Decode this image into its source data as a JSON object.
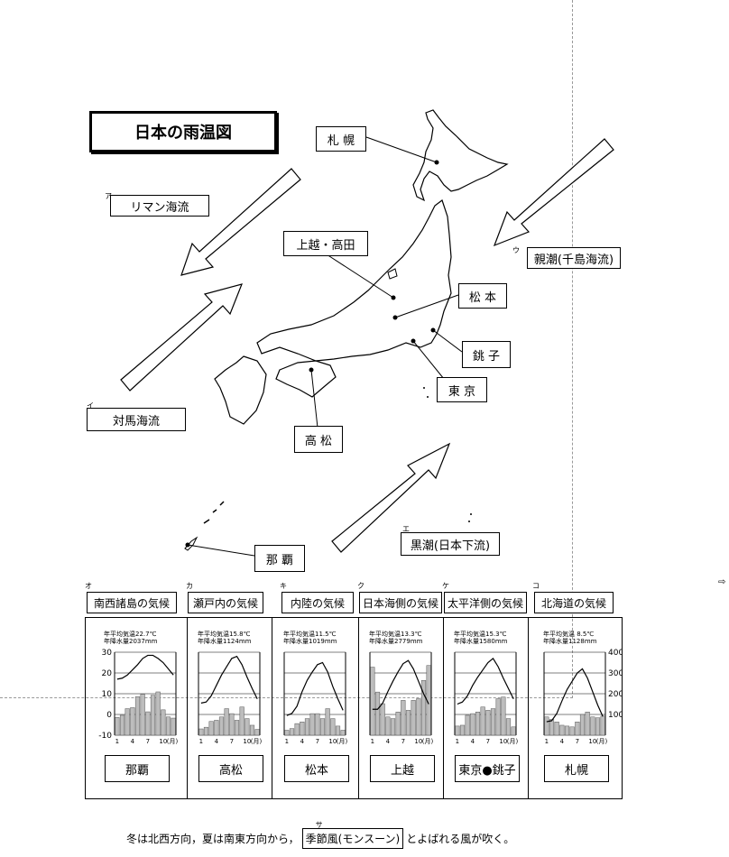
{
  "title": "日本の雨温図",
  "city_labels": {
    "sapporo": "札 幌",
    "joetsu": "上越・高田",
    "matsumoto": "松 本",
    "choshi": "銚 子",
    "tokyo": "東 京",
    "takamatsu": "高 松",
    "naha": "那 覇"
  },
  "currents": {
    "a": {
      "kana": "ア",
      "label": "リマン海流"
    },
    "i": {
      "kana": "イ",
      "label": "対馬海流"
    },
    "u": {
      "kana": "ウ",
      "label": "親潮(千島海流)"
    },
    "e": {
      "kana": "エ",
      "label": "黒潮(日本下流)"
    }
  },
  "side_mark": "⇨",
  "axes": {
    "temp_ticks": [
      "30",
      "20",
      "10",
      "0",
      "-10"
    ],
    "precip_ticks": [
      "400",
      "300",
      "200",
      "100"
    ],
    "month_ticks": [
      "1",
      "4",
      "7",
      "10",
      "(月)"
    ]
  },
  "chart_data": [
    {
      "type": "bar",
      "kana": "オ",
      "header": "南西諸島の気候",
      "city": "那覇",
      "stats_temp": "年平均気温22.7℃",
      "stats_precip": "年降水量2037mm",
      "precip": [
        107,
        120,
        160,
        166,
        232,
        247,
        141,
        241,
        261,
        153,
        110,
        103
      ],
      "temp": [
        17,
        17.5,
        19,
        21.5,
        24,
        27,
        28.5,
        28.5,
        27,
        25,
        22,
        19
      ]
    },
    {
      "type": "bar",
      "kana": "カ",
      "header": "瀬戸内の気候",
      "city": "高松",
      "stats_temp": "年平均気温15.8℃",
      "stats_precip": "年降水量1124mm",
      "precip": [
        38,
        48,
        83,
        90,
        110,
        160,
        130,
        90,
        170,
        100,
        60,
        35
      ],
      "temp": [
        5.5,
        6,
        9,
        14,
        19,
        23,
        27,
        28,
        24,
        18,
        12.5,
        7.5
      ]
    },
    {
      "type": "bar",
      "kana": "キ",
      "header": "内陸の気候",
      "city": "松本",
      "stats_temp": "年平均気温11.5℃",
      "stats_precip": "年降水量1019mm",
      "precip": [
        30,
        40,
        70,
        80,
        100,
        130,
        130,
        100,
        160,
        100,
        55,
        30
      ],
      "temp": [
        -0.5,
        0.5,
        4,
        11,
        16.5,
        20.5,
        24,
        25,
        20.5,
        13.5,
        7.5,
        2
      ]
    },
    {
      "type": "bar",
      "kana": "ク",
      "header": "日本海側の気候",
      "city": "上越",
      "stats_temp": "年平均気温13.3℃",
      "stats_precip": "年降水量2779mm",
      "precip": [
        410,
        260,
        190,
        110,
        100,
        140,
        210,
        150,
        210,
        220,
        330,
        420
      ],
      "temp": [
        2.5,
        2.5,
        5.5,
        11,
        16,
        20.5,
        24.5,
        26,
        22,
        16,
        10,
        5
      ]
    },
    {
      "type": "bar",
      "kana": "ケ",
      "header": "太平洋側の気候",
      "city": "東京●銚子",
      "stats_temp": "年平均気温15.3℃",
      "stats_precip": "年降水量1580mm",
      "precip": [
        55,
        60,
        120,
        130,
        140,
        170,
        150,
        160,
        220,
        230,
        100,
        50
      ],
      "temp": [
        5,
        6,
        9,
        14,
        18,
        21.5,
        25,
        27,
        23,
        17.5,
        12.5,
        7.5
      ]
    },
    {
      "type": "bar",
      "kana": "コ",
      "header": "北海道の気候",
      "city": "札幌",
      "stats_temp": "年平均気温 8.5℃",
      "stats_precip": "年降水量1128mm",
      "precip": [
        110,
        95,
        80,
        60,
        55,
        50,
        80,
        125,
        140,
        110,
        105,
        115
      ],
      "temp": [
        -3.5,
        -3,
        0.5,
        6.5,
        12,
        16,
        20,
        22,
        17.5,
        11,
        4.5,
        -1
      ]
    }
  ],
  "bottom_text": {
    "before": "冬は北西方向，夏は南東方向から，",
    "keyword_ruby": "サ",
    "keyword": "季節風(モンスーン)",
    "after": "とよばれる風が吹く。"
  }
}
